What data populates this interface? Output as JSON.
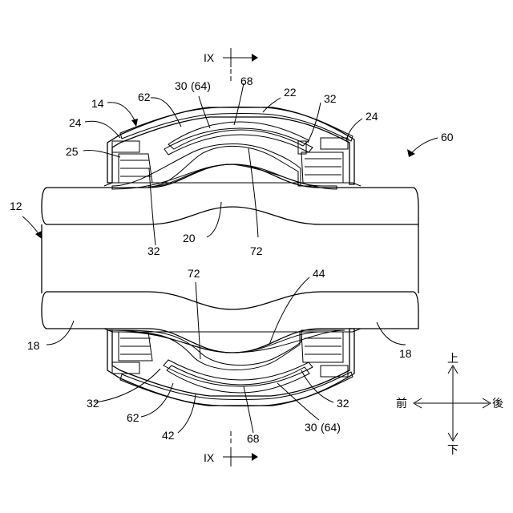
{
  "section_marks": {
    "top": "IX",
    "bottom": "IX"
  },
  "labels": {
    "l14": "14",
    "l62_top": "62",
    "l30_top": "30",
    "l64_top": "(64)",
    "l68_top": "68",
    "l22": "22",
    "l32_tr": "32",
    "l24_right": "24",
    "l24_left": "24",
    "l25": "25",
    "l60": "60",
    "l12": "12",
    "l32_tl": "32",
    "l20": "20",
    "l72_top": "72",
    "l72_bottom": "72",
    "l44": "44",
    "l18_left": "18",
    "l18_right": "18",
    "l32_bl": "32",
    "l32_br": "32",
    "l62_bottom": "62",
    "l42": "42",
    "l68_bottom": "68",
    "l30_bottom": "30",
    "l64_bottom": "(64)"
  },
  "directions": {
    "up": "上",
    "down": "下",
    "front": "前",
    "back": "後"
  }
}
